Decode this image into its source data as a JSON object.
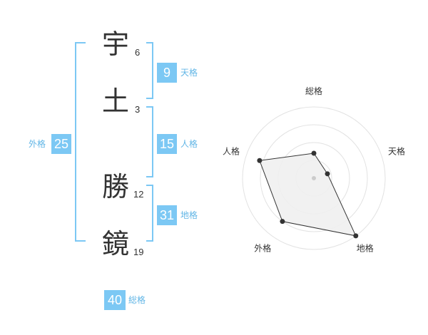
{
  "chart_data": [
    {
      "type": "diagram",
      "characters": [
        {
          "char": "宇",
          "strokes": "6"
        },
        {
          "char": "土",
          "strokes": "3"
        },
        {
          "char": "勝",
          "strokes": "12"
        },
        {
          "char": "鏡",
          "strokes": "19"
        }
      ],
      "fortunes": {
        "tenkaku": {
          "value": "9",
          "label": "天格"
        },
        "jinkaku": {
          "value": "15",
          "label": "人格"
        },
        "chikaku": {
          "value": "31",
          "label": "地格"
        },
        "gaikaku": {
          "value": "25",
          "label": "外格"
        },
        "soukaku": {
          "value": "40",
          "label": "総格"
        }
      },
      "colors": {
        "accent": "#7cc8f4",
        "label": "#62b6e6",
        "bracket": "#7cc8f4"
      }
    },
    {
      "type": "radar",
      "axes": [
        "総格",
        "天格",
        "地格",
        "外格",
        "人格"
      ],
      "values": [
        0.35,
        0.2,
        1.0,
        0.75,
        0.8
      ],
      "rings": 4,
      "colors": {
        "fill": "#f0f0f0",
        "line": "#333333",
        "grid": "#e2e2e2",
        "point": "#333333",
        "center": "#cccccc"
      }
    }
  ]
}
